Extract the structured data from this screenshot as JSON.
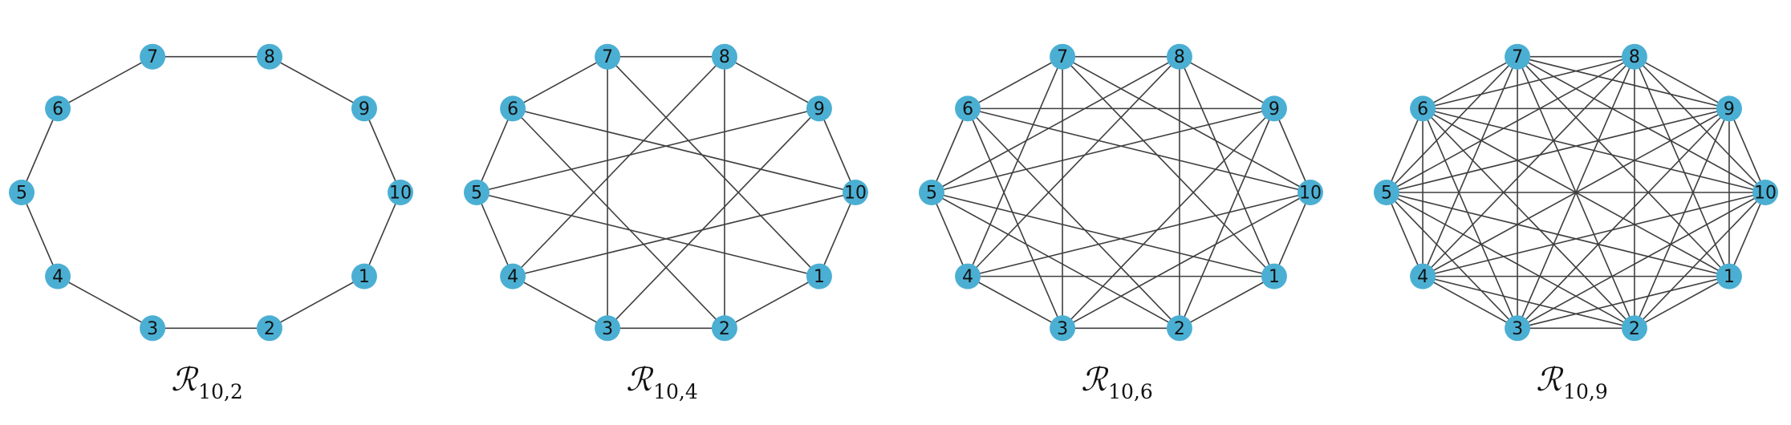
{
  "colors": {
    "node": "#4bafd3",
    "edge": "#3f3f3f",
    "label": "#111111"
  },
  "graphs": [
    {
      "caption_symbol": "ℛ",
      "caption_subscript": "10,2",
      "node_labels": [
        "1",
        "2",
        "3",
        "4",
        "5",
        "6",
        "7",
        "8",
        "9",
        "10"
      ]
    },
    {
      "caption_symbol": "ℛ",
      "caption_subscript": "10,4",
      "node_labels": [
        "1",
        "2",
        "3",
        "4",
        "5",
        "6",
        "7",
        "8",
        "9",
        "10"
      ]
    },
    {
      "caption_symbol": "ℛ",
      "caption_subscript": "10,6",
      "node_labels": [
        "1",
        "2",
        "3",
        "4",
        "5",
        "6",
        "7",
        "8",
        "9",
        "10"
      ]
    },
    {
      "caption_symbol": "ℛ",
      "caption_subscript": "10,9",
      "node_labels": [
        "1",
        "2",
        "3",
        "4",
        "5",
        "6",
        "7",
        "8",
        "9",
        "10"
      ]
    }
  ]
}
